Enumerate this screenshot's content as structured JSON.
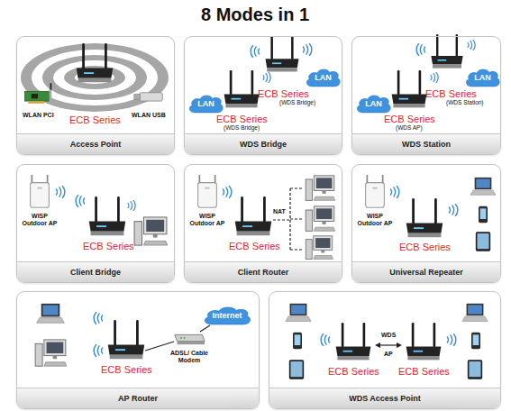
{
  "diagram": {
    "title": "8 Modes in 1",
    "nodes": [
      {
        "text": [
          "Access Point"
        ]
      },
      {
        "text": [
          "WDS Bridge"
        ]
      },
      {
        "text": [
          "LAN"
        ],
        "in": 1
      },
      {
        "text": [
          "LAN"
        ],
        "in": 1
      },
      {
        "text": [
          "WDS Station"
        ]
      },
      {
        "text": [
          "LAN"
        ],
        "in": 4
      },
      {
        "text": [
          "LAN"
        ],
        "in": 4
      },
      {
        "text": [
          "Client Bridge"
        ]
      },
      {
        "text": [
          "Client Router"
        ]
      },
      {
        "text": [
          "Universal Repeater"
        ]
      },
      {
        "text": [
          "AP Router"
        ]
      },
      {
        "text": [
          "Internet"
        ],
        "in": 10
      },
      {
        "text": [
          "WDS Access Point"
        ]
      }
    ],
    "labels": [
      "ECB Series",
      "WLAN PCI",
      "WLAN USB",
      "ECB Series",
      "(WDS Bridge)",
      "ECB Series",
      "(WDS Bridge)",
      "ECB Series",
      "(WDS AP)",
      "ECB Series",
      "(WDS Station)",
      "WISP Outdoor AP",
      "ECB Series",
      "WISP Outdoor AP",
      "ECB Series",
      "NAT",
      "WISP Outdoor AP",
      "ECB Series",
      "ECB Series",
      "ADSL/ Cable Modem",
      "WDS",
      "AP",
      "ECB Series",
      "ECB Series"
    ]
  }
}
